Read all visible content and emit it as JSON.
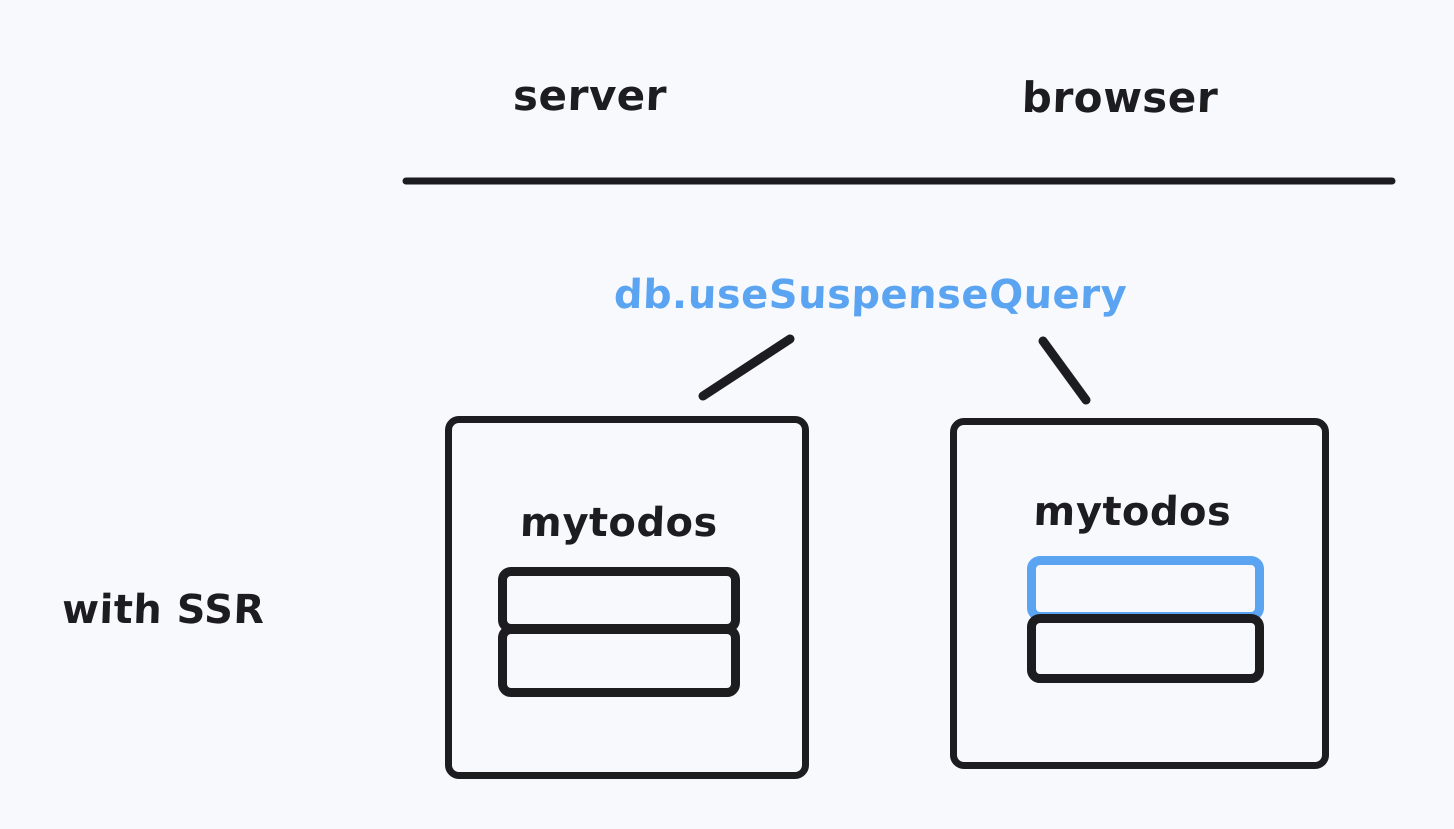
{
  "diagram": {
    "background_color": "#f7f9fc",
    "ink_color": "#1d1d1f",
    "accent_color": "#5aa4f2",
    "side_label": "with SSR",
    "columns": [
      {
        "id": "server",
        "header": "server"
      },
      {
        "id": "browser",
        "header": "browser"
      }
    ],
    "divider": {
      "label": "header-divider"
    },
    "query_label": "db.useSuspenseQuery",
    "connectors": [
      {
        "name": "connector-to-server",
        "from": "query-label",
        "to": "server-box"
      },
      {
        "name": "connector-to-browser",
        "from": "query-label",
        "to": "browser-box"
      }
    ],
    "boxes": [
      {
        "id": "server-box",
        "column": "server",
        "title": "mytodos",
        "items": [
          {
            "id": "server-item-1",
            "highlighted": false
          },
          {
            "id": "server-item-2",
            "highlighted": false
          }
        ]
      },
      {
        "id": "browser-box",
        "column": "browser",
        "title": "mytodos",
        "items": [
          {
            "id": "browser-item-1",
            "highlighted": true
          },
          {
            "id": "browser-item-2",
            "highlighted": false
          }
        ]
      }
    ]
  }
}
